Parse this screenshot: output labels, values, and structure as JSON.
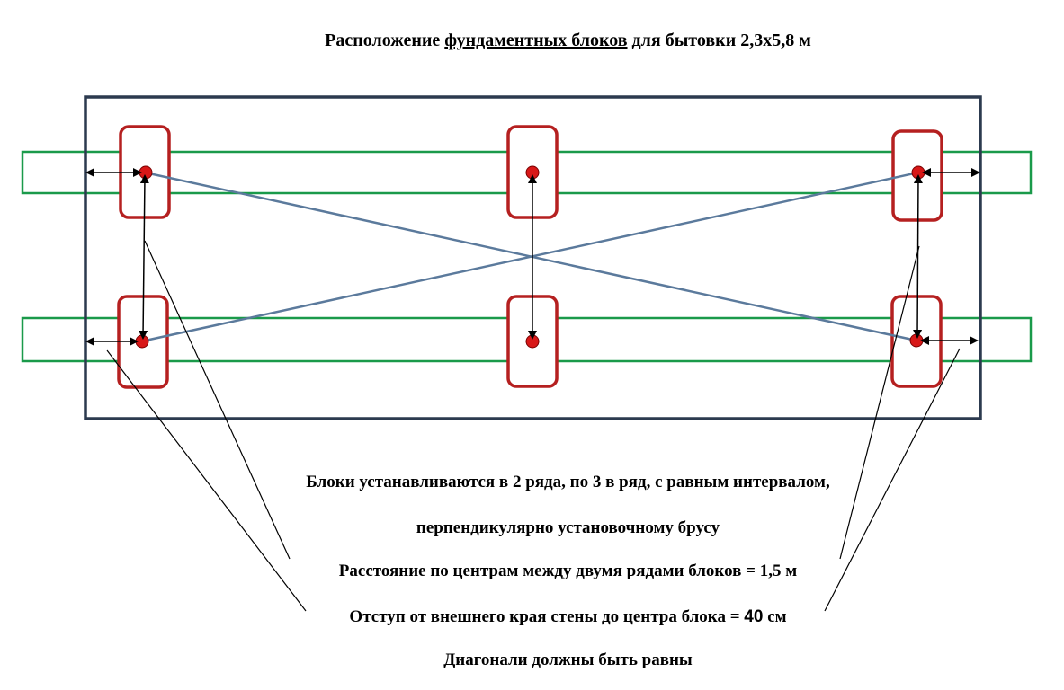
{
  "title": {
    "prefix": "Расположение ",
    "underlined": "фундаментных блоков",
    "suffix": " для бытовки 2,3х5,8 м"
  },
  "notes": {
    "rows": "Блоки устанавливаются в 2 ряда, по 3 в ряд, с равным интервалом,",
    "perpendicular": "перпендикулярно установочному брусу",
    "distance": "Расстояние по центрам между двумя рядами блоков = 1,5 м",
    "offset_prefix": "Отступ от внешнего края стены до центра блока = ",
    "offset_value": "40",
    "offset_unit": " см",
    "diagonals": "Диагонали должны быть равны"
  },
  "colors": {
    "frame": "#2c3a4f",
    "beam": "#1a9a4a",
    "block": "#b52020",
    "center_dot": "#d81818",
    "diagonal": "#5b7a9c",
    "arrow": "#000000"
  }
}
